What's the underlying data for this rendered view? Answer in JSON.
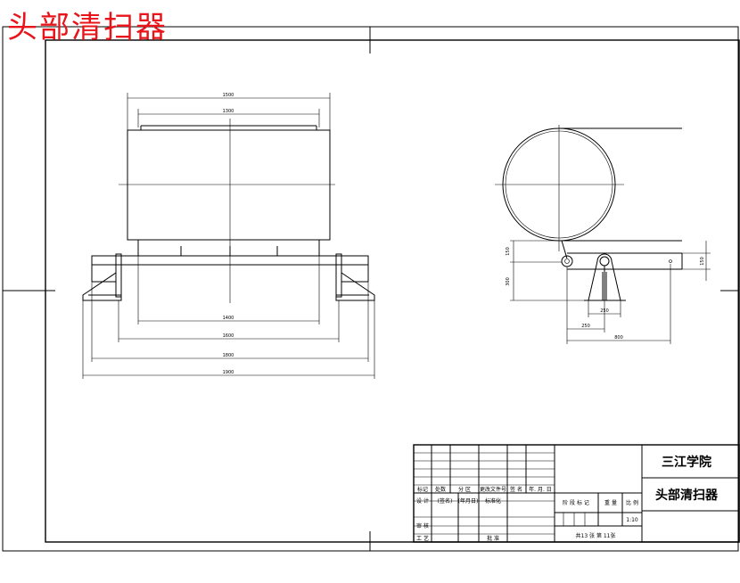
{
  "overlay_title": "头部清扫器",
  "front_view": {
    "dims": [
      "1500",
      "1300",
      "1400",
      "1600",
      "1800",
      "1900"
    ]
  },
  "side_view": {
    "dims": [
      "150",
      "300",
      "250",
      "250",
      "800",
      "150"
    ]
  },
  "title_block": {
    "school": "三江学院",
    "drawing_name": "头部清扫器",
    "scale": "1:10",
    "sheet_info": "共13 张   第 11张",
    "header_cells": [
      "标记",
      "处数",
      "分 区",
      "更改文件号",
      "签 名",
      "年. 月. 日"
    ],
    "design_row": [
      "设 计",
      "(签名)",
      "(年月日)",
      "标准化"
    ],
    "check_label": "审 核",
    "process_label": "工 艺",
    "approve_label": "批 准",
    "stage_label": "阶 段 标 记",
    "weight_label": "重 量",
    "ratio_label": "比 例"
  }
}
